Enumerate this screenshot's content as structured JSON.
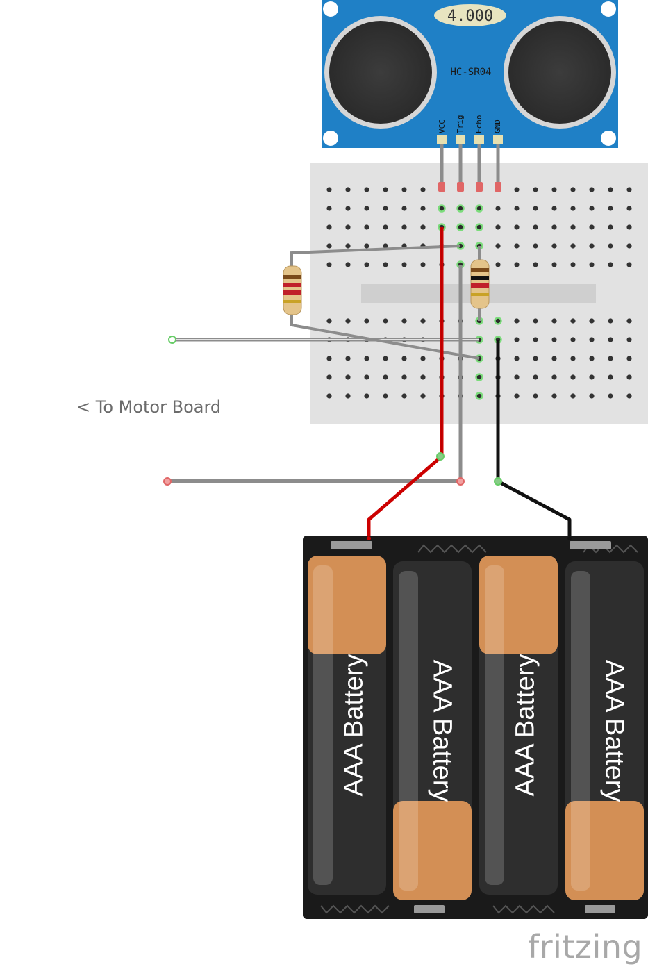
{
  "sensor": {
    "display": "4.000",
    "model": "HC-SR04",
    "pins": [
      "VCC",
      "Trig",
      "Echo",
      "GND"
    ],
    "color": "#1f80c6"
  },
  "battery_pack": {
    "cells": [
      {
        "label": "AAA Battery",
        "orientation": "plus-top"
      },
      {
        "label": "AAA Battery",
        "orientation": "plus-bottom"
      },
      {
        "label": "AAA Battery",
        "orientation": "plus-top"
      },
      {
        "label": "AAA Battery",
        "orientation": "plus-bottom"
      }
    ],
    "cell_color": "#d38f55",
    "holder_color": "#1a1a1a"
  },
  "annotations": {
    "motor_board": "< To Motor Board"
  },
  "brand": {
    "name": "fritzing"
  },
  "wire_colors": {
    "power": "#cc0000",
    "ground": "#111111",
    "signal": "#8c8c8c"
  }
}
